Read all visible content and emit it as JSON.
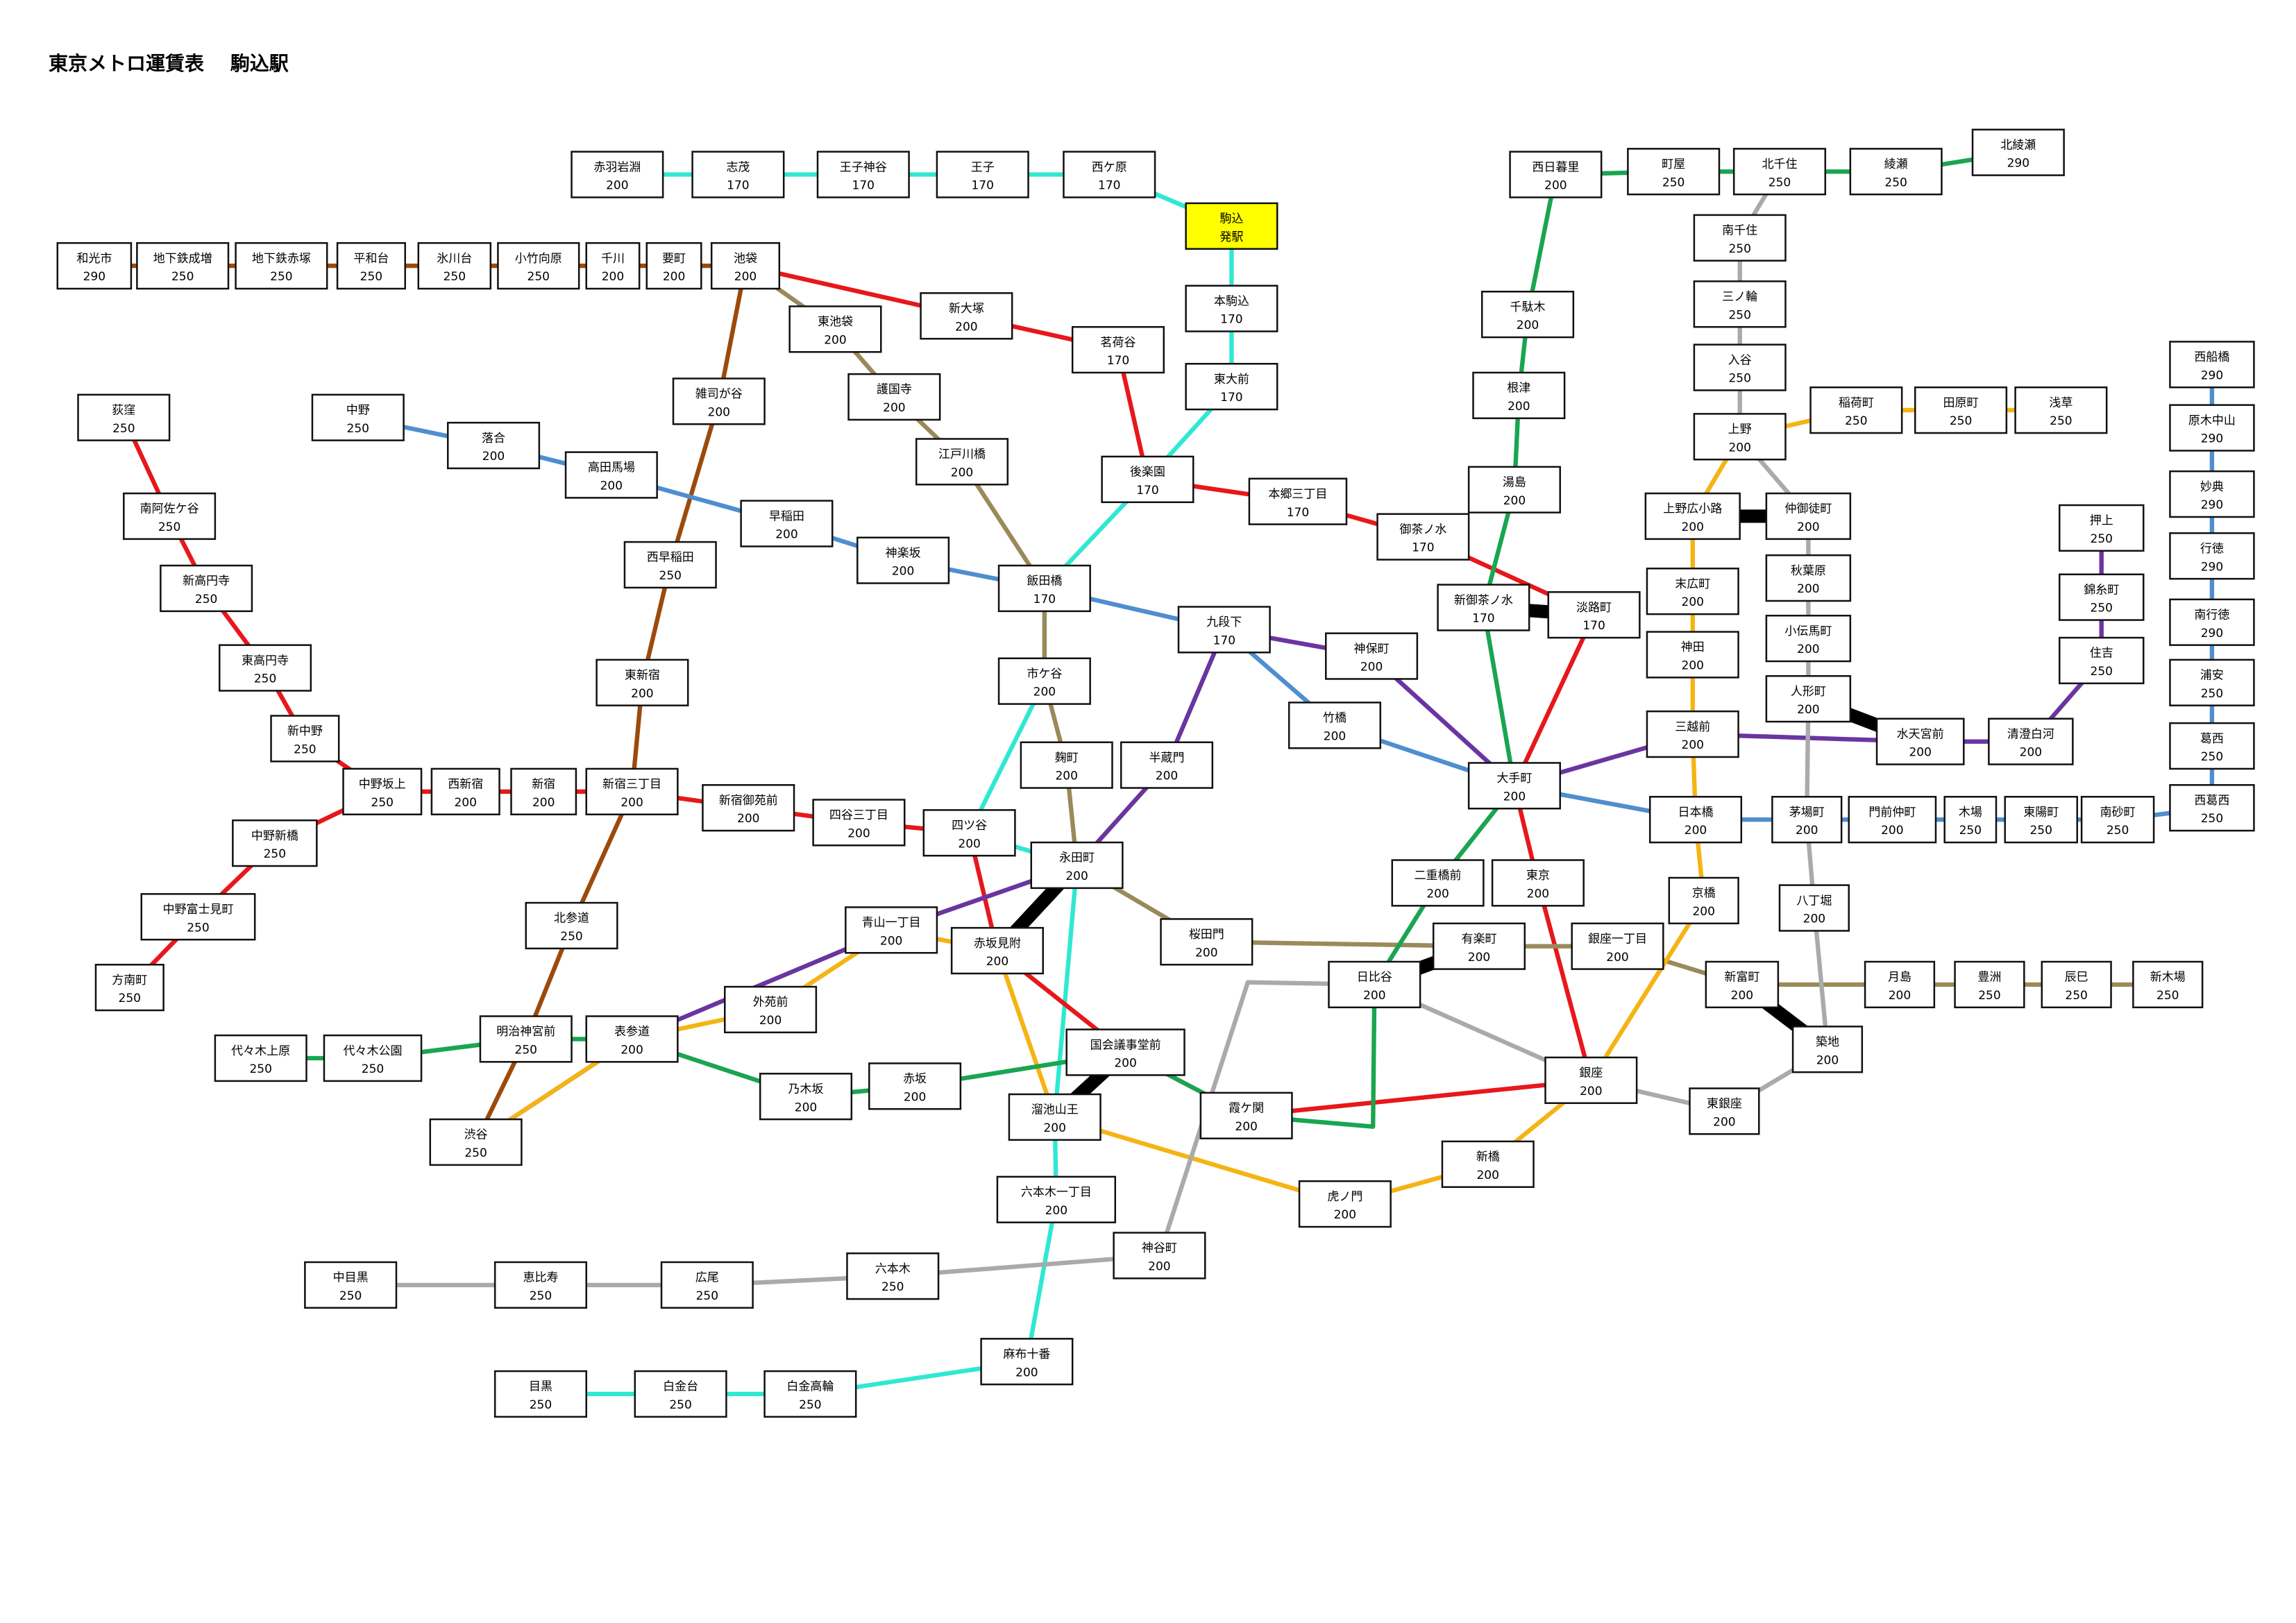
{
  "title": "東京メトロ運賃表　 駒込駅",
  "colors": {
    "ginza": "#f5b414",
    "marunouchi": "#e8171b",
    "hibiya": "#aaaaaa",
    "tozai": "#4f8ecf",
    "chiyoda": "#1aa550",
    "yurakucho": "#9a8a5a",
    "hanzomon": "#6a35a0",
    "namboku": "#30e8d2",
    "fukutoshin": "#9c4a0c",
    "transfer": "#000000"
  },
  "stations": [
    {
      "id": "akabaneiwabuchi",
      "name": "赤羽岩淵",
      "fare": "200"
    },
    {
      "id": "shimo",
      "name": "志茂",
      "fare": "170"
    },
    {
      "id": "ojikamiya",
      "name": "王子神谷",
      "fare": "170"
    },
    {
      "id": "oji",
      "name": "王子",
      "fare": "170"
    },
    {
      "id": "nishigahara",
      "name": "西ケ原",
      "fare": "170"
    },
    {
      "id": "komagome",
      "name": "駒込",
      "fare": "発駅"
    },
    {
      "id": "honkomagome",
      "name": "本駒込",
      "fare": "170"
    },
    {
      "id": "todaimae",
      "name": "東大前",
      "fare": "170"
    },
    {
      "id": "wakoshi",
      "name": "和光市",
      "fare": "290"
    },
    {
      "id": "narimasu",
      "name": "地下鉄成増",
      "fare": "250"
    },
    {
      "id": "akatsuka",
      "name": "地下鉄赤塚",
      "fare": "250"
    },
    {
      "id": "heiwadai",
      "name": "平和台",
      "fare": "250"
    },
    {
      "id": "hikawadai",
      "name": "氷川台",
      "fare": "250"
    },
    {
      "id": "kotakemukaihara",
      "name": "小竹向原",
      "fare": "250"
    },
    {
      "id": "senkawa",
      "name": "千川",
      "fare": "200"
    },
    {
      "id": "kanamecho",
      "name": "要町",
      "fare": "200"
    },
    {
      "id": "ikebukuro",
      "name": "池袋",
      "fare": "200"
    },
    {
      "id": "higashiikebukuro",
      "name": "東池袋",
      "fare": "200"
    },
    {
      "id": "shinotsuka",
      "name": "新大塚",
      "fare": "200"
    },
    {
      "id": "myogadani",
      "name": "茗荷谷",
      "fare": "170"
    },
    {
      "id": "gokokuji",
      "name": "護国寺",
      "fare": "200"
    },
    {
      "id": "zoshigaya",
      "name": "雑司が谷",
      "fare": "200"
    },
    {
      "id": "edogawabashi",
      "name": "江戸川橋",
      "fare": "200"
    },
    {
      "id": "korakuen",
      "name": "後楽園",
      "fare": "170"
    },
    {
      "id": "hongosanchome",
      "name": "本郷三丁目",
      "fare": "170"
    },
    {
      "id": "ochanomizu",
      "name": "御茶ノ水",
      "fare": "170"
    },
    {
      "id": "ogikubo",
      "name": "荻窪",
      "fare": "250"
    },
    {
      "id": "nakano",
      "name": "中野",
      "fare": "250"
    },
    {
      "id": "ochiai",
      "name": "落合",
      "fare": "200"
    },
    {
      "id": "takadanobaba",
      "name": "高田馬場",
      "fare": "200"
    },
    {
      "id": "waseda",
      "name": "早稲田",
      "fare": "200"
    },
    {
      "id": "kagurazaka",
      "name": "神楽坂",
      "fare": "200"
    },
    {
      "id": "iidabashi",
      "name": "飯田橋",
      "fare": "170"
    },
    {
      "id": "kudanshita",
      "name": "九段下",
      "fare": "170"
    },
    {
      "id": "jimbocho",
      "name": "神保町",
      "fare": "200"
    },
    {
      "id": "takebashi",
      "name": "竹橋",
      "fare": "200"
    },
    {
      "id": "minamiasagaya",
      "name": "南阿佐ケ谷",
      "fare": "250"
    },
    {
      "id": "shinkoenji",
      "name": "新高円寺",
      "fare": "250"
    },
    {
      "id": "higashikoenji",
      "name": "東高円寺",
      "fare": "250"
    },
    {
      "id": "shinnakano",
      "name": "新中野",
      "fare": "250"
    },
    {
      "id": "nakanosakaue",
      "name": "中野坂上",
      "fare": "250"
    },
    {
      "id": "nishishinjuku",
      "name": "西新宿",
      "fare": "200"
    },
    {
      "id": "shinjuku",
      "name": "新宿",
      "fare": "200"
    },
    {
      "id": "shinjukusanchome",
      "name": "新宿三丁目",
      "fare": "200"
    },
    {
      "id": "shinjukugyoenmae",
      "name": "新宿御苑前",
      "fare": "200"
    },
    {
      "id": "yotsuyasanchome",
      "name": "四谷三丁目",
      "fare": "200"
    },
    {
      "id": "yotsuya",
      "name": "四ツ谷",
      "fare": "200"
    },
    {
      "id": "nakanoshimbashi",
      "name": "中野新橋",
      "fare": "250"
    },
    {
      "id": "nakanofujimicho",
      "name": "中野富士見町",
      "fare": "250"
    },
    {
      "id": "honancho",
      "name": "方南町",
      "fare": "250"
    },
    {
      "id": "nishiwaseda",
      "name": "西早稲田",
      "fare": "250"
    },
    {
      "id": "higashishinjuku",
      "name": "東新宿",
      "fare": "200"
    },
    {
      "id": "kitasando",
      "name": "北参道",
      "fare": "250"
    },
    {
      "id": "ichigaya",
      "name": "市ケ谷",
      "fare": "200"
    },
    {
      "id": "kojimachi",
      "name": "麹町",
      "fare": "200"
    },
    {
      "id": "hanzomon",
      "name": "半蔵門",
      "fare": "200"
    },
    {
      "id": "nagatacho",
      "name": "永田町",
      "fare": "200"
    },
    {
      "id": "akasakamitsuke",
      "name": "赤坂見附",
      "fare": "200"
    },
    {
      "id": "aoyamaitchome",
      "name": "青山一丁目",
      "fare": "200"
    },
    {
      "id": "sakuradamon",
      "name": "桜田門",
      "fare": "200"
    },
    {
      "id": "yoyogiuehara",
      "name": "代々木上原",
      "fare": "250"
    },
    {
      "id": "yoyogikoen",
      "name": "代々木公園",
      "fare": "250"
    },
    {
      "id": "meijijingumae",
      "name": "明治神宮前",
      "fare": "250"
    },
    {
      "id": "omotesando",
      "name": "表参道",
      "fare": "200"
    },
    {
      "id": "gaiemmae",
      "name": "外苑前",
      "fare": "200"
    },
    {
      "id": "shibuya",
      "name": "渋谷",
      "fare": "250"
    },
    {
      "id": "nogizaka",
      "name": "乃木坂",
      "fare": "200"
    },
    {
      "id": "akasaka",
      "name": "赤坂",
      "fare": "200"
    },
    {
      "id": "kokkaigijidomae",
      "name": "国会議事堂前",
      "fare": "200"
    },
    {
      "id": "tameikesanno",
      "name": "溜池山王",
      "fare": "200"
    },
    {
      "id": "kasumigaseki",
      "name": "霞ケ関",
      "fare": "200"
    },
    {
      "id": "roppongiitchome",
      "name": "六本木一丁目",
      "fare": "200"
    },
    {
      "id": "toranomon",
      "name": "虎ノ門",
      "fare": "200"
    },
    {
      "id": "kamiyacho",
      "name": "神谷町",
      "fare": "200"
    },
    {
      "id": "nakameguro",
      "name": "中目黒",
      "fare": "250"
    },
    {
      "id": "ebisu",
      "name": "恵比寿",
      "fare": "250"
    },
    {
      "id": "hiroo",
      "name": "広尾",
      "fare": "250"
    },
    {
      "id": "roppongi",
      "name": "六本木",
      "fare": "250"
    },
    {
      "id": "azabujuban",
      "name": "麻布十番",
      "fare": "200"
    },
    {
      "id": "meguro",
      "name": "目黒",
      "fare": "250"
    },
    {
      "id": "shirokanedai",
      "name": "白金台",
      "fare": "250"
    },
    {
      "id": "shirokanetakanawa",
      "name": "白金高輪",
      "fare": "250"
    },
    {
      "id": "nishinippori",
      "name": "西日暮里",
      "fare": "200"
    },
    {
      "id": "machiya",
      "name": "町屋",
      "fare": "250"
    },
    {
      "id": "kitasenju",
      "name": "北千住",
      "fare": "250"
    },
    {
      "id": "ayase",
      "name": "綾瀬",
      "fare": "250"
    },
    {
      "id": "kitaayase",
      "name": "北綾瀬",
      "fare": "290"
    },
    {
      "id": "minamisenju",
      "name": "南千住",
      "fare": "250"
    },
    {
      "id": "minowa",
      "name": "三ノ輪",
      "fare": "250"
    },
    {
      "id": "iriya",
      "name": "入谷",
      "fare": "250"
    },
    {
      "id": "ueno",
      "name": "上野",
      "fare": "200"
    },
    {
      "id": "inaricho",
      "name": "稲荷町",
      "fare": "250"
    },
    {
      "id": "tawaramachi",
      "name": "田原町",
      "fare": "250"
    },
    {
      "id": "asakusa",
      "name": "浅草",
      "fare": "250"
    },
    {
      "id": "sendagi",
      "name": "千駄木",
      "fare": "200"
    },
    {
      "id": "nezu",
      "name": "根津",
      "fare": "200"
    },
    {
      "id": "yushima",
      "name": "湯島",
      "fare": "200"
    },
    {
      "id": "shinochanomizu",
      "name": "新御茶ノ水",
      "fare": "170"
    },
    {
      "id": "awajicho",
      "name": "淡路町",
      "fare": "170"
    },
    {
      "id": "uenohirokoji",
      "name": "上野広小路",
      "fare": "200"
    },
    {
      "id": "nakaokachimachi",
      "name": "仲御徒町",
      "fare": "200"
    },
    {
      "id": "suehirocho",
      "name": "末広町",
      "fare": "200"
    },
    {
      "id": "akihabara",
      "name": "秋葉原",
      "fare": "200"
    },
    {
      "id": "kanda",
      "name": "神田",
      "fare": "200"
    },
    {
      "id": "kodemmacho",
      "name": "小伝馬町",
      "fare": "200"
    },
    {
      "id": "mitsukoshimae",
      "name": "三越前",
      "fare": "200"
    },
    {
      "id": "ningyocho",
      "name": "人形町",
      "fare": "200"
    },
    {
      "id": "suitengumae",
      "name": "水天宮前",
      "fare": "200"
    },
    {
      "id": "kiyosumishirakawa",
      "name": "清澄白河",
      "fare": "200"
    },
    {
      "id": "oshiage",
      "name": "押上",
      "fare": "250"
    },
    {
      "id": "kinshicho",
      "name": "錦糸町",
      "fare": "250"
    },
    {
      "id": "sumiyoshi",
      "name": "住吉",
      "fare": "250"
    },
    {
      "id": "otemachi",
      "name": "大手町",
      "fare": "200"
    },
    {
      "id": "nihombashi",
      "name": "日本橋",
      "fare": "200"
    },
    {
      "id": "kayabacho",
      "name": "茅場町",
      "fare": "200"
    },
    {
      "id": "monzennakacho",
      "name": "門前仲町",
      "fare": "200"
    },
    {
      "id": "kiba",
      "name": "木場",
      "fare": "250"
    },
    {
      "id": "toyocho",
      "name": "東陽町",
      "fare": "250"
    },
    {
      "id": "minamisunamachi",
      "name": "南砂町",
      "fare": "250"
    },
    {
      "id": "nishikasai",
      "name": "西葛西",
      "fare": "250"
    },
    {
      "id": "kasai",
      "name": "葛西",
      "fare": "250"
    },
    {
      "id": "urayasu",
      "name": "浦安",
      "fare": "250"
    },
    {
      "id": "minamigyotoku",
      "name": "南行徳",
      "fare": "290"
    },
    {
      "id": "gyotoku",
      "name": "行徳",
      "fare": "290"
    },
    {
      "id": "myoden",
      "name": "妙典",
      "fare": "290"
    },
    {
      "id": "barakinakayama",
      "name": "原木中山",
      "fare": "290"
    },
    {
      "id": "nishifunabashi",
      "name": "西船橋",
      "fare": "290"
    },
    {
      "id": "nijubashimae",
      "name": "二重橋前",
      "fare": "200"
    },
    {
      "id": "tokyo",
      "name": "東京",
      "fare": "200"
    },
    {
      "id": "kyobashi",
      "name": "京橋",
      "fare": "200"
    },
    {
      "id": "hatchobori",
      "name": "八丁堀",
      "fare": "200"
    },
    {
      "id": "yurakucho",
      "name": "有楽町",
      "fare": "200"
    },
    {
      "id": "ginzaitchome",
      "name": "銀座一丁目",
      "fare": "200"
    },
    {
      "id": "hibiya",
      "name": "日比谷",
      "fare": "200"
    },
    {
      "id": "shintomicho",
      "name": "新富町",
      "fare": "200"
    },
    {
      "id": "tsukishima",
      "name": "月島",
      "fare": "200"
    },
    {
      "id": "toyosu",
      "name": "豊洲",
      "fare": "250"
    },
    {
      "id": "tatsumi",
      "name": "辰巳",
      "fare": "250"
    },
    {
      "id": "shinkiba",
      "name": "新木場",
      "fare": "250"
    },
    {
      "id": "tsukiji",
      "name": "築地",
      "fare": "200"
    },
    {
      "id": "ginza",
      "name": "銀座",
      "fare": "200"
    },
    {
      "id": "higashiginza",
      "name": "東銀座",
      "fare": "200"
    },
    {
      "id": "shimbashi",
      "name": "新橋",
      "fare": "200"
    }
  ]
}
